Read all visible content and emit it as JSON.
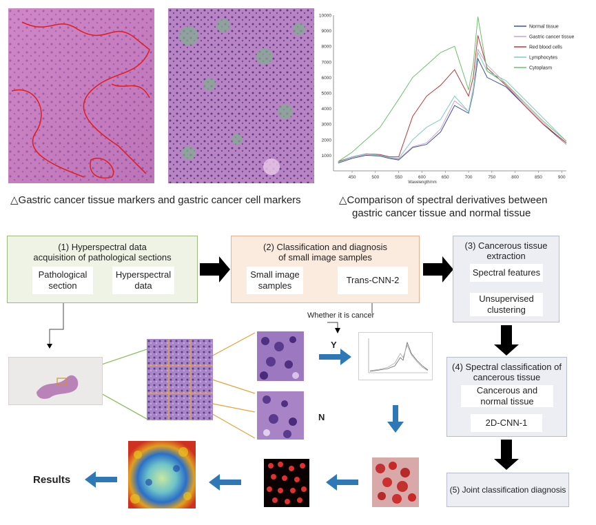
{
  "top": {
    "caption_left": "△Gastric cancer tissue markers and gastric cancer cell markers",
    "caption_right_line1": "△Comparison of spectral derivatives between",
    "caption_right_line2": "gastric cancer tissue and normal tissue"
  },
  "chart_data": {
    "type": "line",
    "xlabel": "Wavelength/nm",
    "ylabel": "",
    "xlim": [
      410,
      910
    ],
    "ylim": [
      0,
      10000
    ],
    "x_ticks": [
      450,
      500,
      550,
      600,
      650,
      700,
      750,
      800,
      850,
      900
    ],
    "y_ticks": [
      1000,
      2000,
      3000,
      4000,
      5000,
      6000,
      7000,
      8000,
      9000,
      10000
    ],
    "legend_position": "top-right",
    "x": [
      420,
      450,
      480,
      510,
      530,
      550,
      580,
      610,
      640,
      670,
      700,
      710,
      720,
      740,
      780,
      820,
      860,
      910
    ],
    "series": [
      {
        "name": "Normal tissue",
        "color": "#3a4fb0",
        "values": [
          500,
          800,
          1000,
          950,
          800,
          700,
          1500,
          1700,
          2500,
          4200,
          3700,
          5000,
          7200,
          6000,
          5400,
          4200,
          3000,
          1700
        ]
      },
      {
        "name": "Gastric cancer tissue",
        "color": "#c9a3c9",
        "values": [
          550,
          850,
          1050,
          1000,
          850,
          750,
          1550,
          1800,
          2700,
          4500,
          3800,
          5300,
          7800,
          6800,
          5600,
          4300,
          3100,
          1700
        ]
      },
      {
        "name": "Red blood cells",
        "color": "#b53a3a",
        "values": [
          600,
          900,
          1100,
          1050,
          900,
          900,
          3500,
          4800,
          5500,
          6500,
          4800,
          6000,
          8700,
          6600,
          5500,
          4200,
          3000,
          1800
        ]
      },
      {
        "name": "Lymphocytes",
        "color": "#7fc9c0",
        "values": [
          550,
          900,
          1100,
          1000,
          850,
          800,
          2000,
          2800,
          3300,
          4800,
          3800,
          5100,
          7600,
          6400,
          5800,
          4600,
          3400,
          1900
        ]
      },
      {
        "name": "Cytoplasm",
        "color": "#6cc06c",
        "values": [
          600,
          1200,
          2000,
          2800,
          3700,
          4600,
          6000,
          6800,
          7600,
          8000,
          5200,
          6800,
          9900,
          6400,
          5600,
          4400,
          3200,
          1900
        ]
      }
    ]
  },
  "flow": {
    "stage1": {
      "line1": "(1) Hyperspectral data",
      "line2": "acquisition of pathological sections",
      "box_a_1": "Pathological",
      "box_a_2": "section",
      "box_b_1": "Hyperspectral",
      "box_b_2": "data"
    },
    "stage2": {
      "line1": "(2) Classification and diagnosis",
      "line2": "of small image samples",
      "box_a_1": "Small image",
      "box_a_2": "samples",
      "box_b": "Trans-CNN-2"
    },
    "stage3": {
      "line1": "(3) Cancerous tissue",
      "line2": "extraction",
      "box_a": "Spectral features",
      "box_b_1": "Unsupervised",
      "box_b_2": "clustering"
    },
    "stage4": {
      "line1": "(4) Spectral classification of",
      "line2": "cancerous tissue",
      "box_a_1": "Cancerous and",
      "box_a_2": "normal tissue",
      "box_b": "2D-CNN-1"
    },
    "stage5": {
      "label": "(5) Joint classification diagnosis"
    },
    "decision_label": "Whether it is cancer",
    "yes_label": "Y",
    "no_label": "N",
    "results_label": "Results"
  }
}
